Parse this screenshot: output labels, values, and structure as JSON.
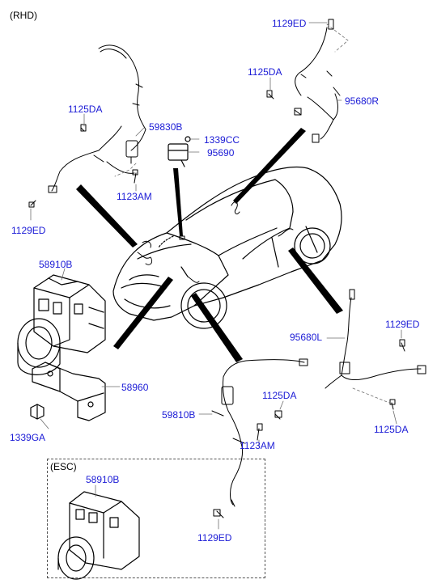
{
  "diagram": {
    "variant_note": "(RHD)",
    "esc_note": "(ESC)",
    "colors": {
      "label": "#1b1bd6",
      "line": "#000000",
      "leader": "#6e6e6e"
    },
    "callouts": {
      "p1129ED_top": "1129ED",
      "p1125DA_top": "1125DA",
      "p95680R": "95680R",
      "p1125DA_left": "1125DA",
      "p59830B": "59830B",
      "p1339CC": "1339CC",
      "p95690": "95690",
      "p1123AM_top": "1123AM",
      "p1129ED_left": "1129ED",
      "p58910B_top": "58910B",
      "p58960": "58960",
      "p1339GA": "1339GA",
      "p95680L": "95680L",
      "p1129ED_right": "1129ED",
      "p1125DA_right": "1125DA",
      "p1125DA_mid": "1125DA",
      "p59810B": "59810B",
      "p1123AM_mid": "1123AM",
      "p1129ED_bottom": "1129ED",
      "p58910B_esc": "58910B"
    }
  }
}
